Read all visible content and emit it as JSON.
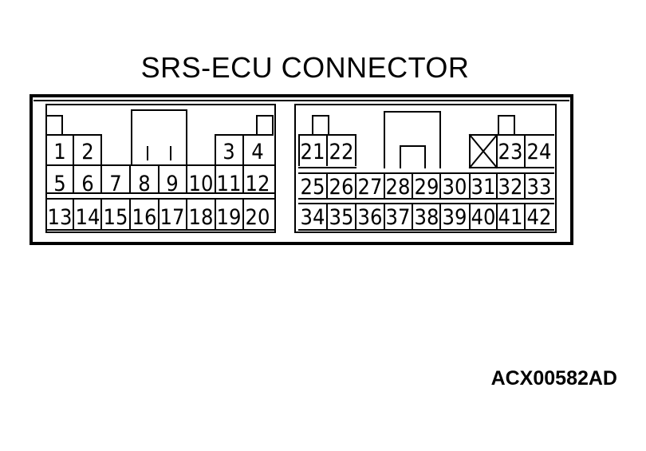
{
  "title": "SRS-ECU CONNECTOR",
  "figure_code": "ACX00582AD",
  "left_block": {
    "row1": [
      "1",
      "2",
      "3",
      "4"
    ],
    "row2": [
      "5",
      "6",
      "7",
      "8",
      "9",
      "10",
      "11",
      "12"
    ],
    "row3": [
      "13",
      "14",
      "15",
      "16",
      "17",
      "18",
      "19",
      "20"
    ]
  },
  "right_block": {
    "row1": [
      "21",
      "22",
      "23",
      "24"
    ],
    "row2": [
      "25",
      "26",
      "27",
      "28",
      "29",
      "30",
      "31",
      "32",
      "33"
    ],
    "row3": [
      "34",
      "35",
      "36",
      "37",
      "38",
      "39",
      "40",
      "41",
      "42"
    ]
  }
}
